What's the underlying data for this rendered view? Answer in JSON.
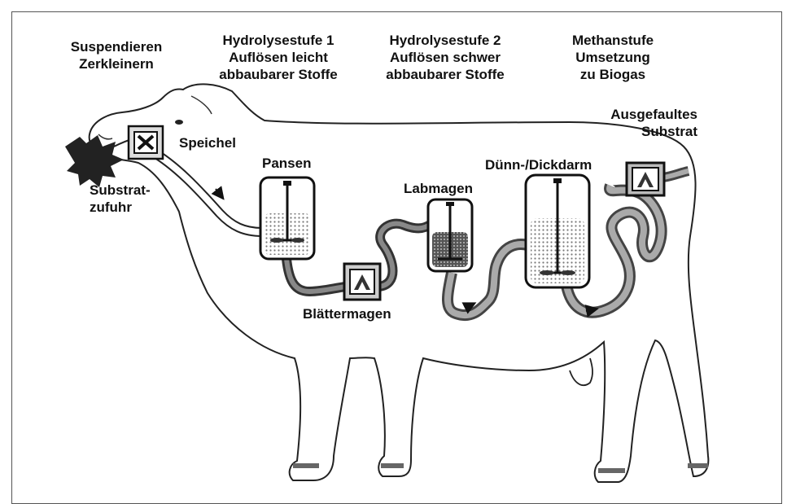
{
  "stages": [
    {
      "id": "stage-suspend",
      "lines": [
        "Suspendieren",
        "Zerkleinern"
      ]
    },
    {
      "id": "stage-hydro1",
      "lines": [
        "Hydrolysestufe 1",
        "Auflösen leicht",
        "abbaubarer Stoffe"
      ]
    },
    {
      "id": "stage-hydro2",
      "lines": [
        "Hydrolysestufe 2",
        "Auflösen schwer",
        "abbaubarer Stoffe"
      ]
    },
    {
      "id": "stage-methan",
      "lines": [
        "Methanstufe",
        "Umsetzung",
        "zu Biogas"
      ]
    }
  ],
  "organs": {
    "speichel": "Speichel",
    "pansen": "Pansen",
    "blaettermagen": "Blättermagen",
    "labmagen": "Labmagen",
    "darm": "Dünn-/Dickdarm",
    "substrat_in": [
      "Substrat-",
      "zufuhr"
    ],
    "substrat_out": [
      "Ausgefaultes",
      "Substrat"
    ]
  }
}
